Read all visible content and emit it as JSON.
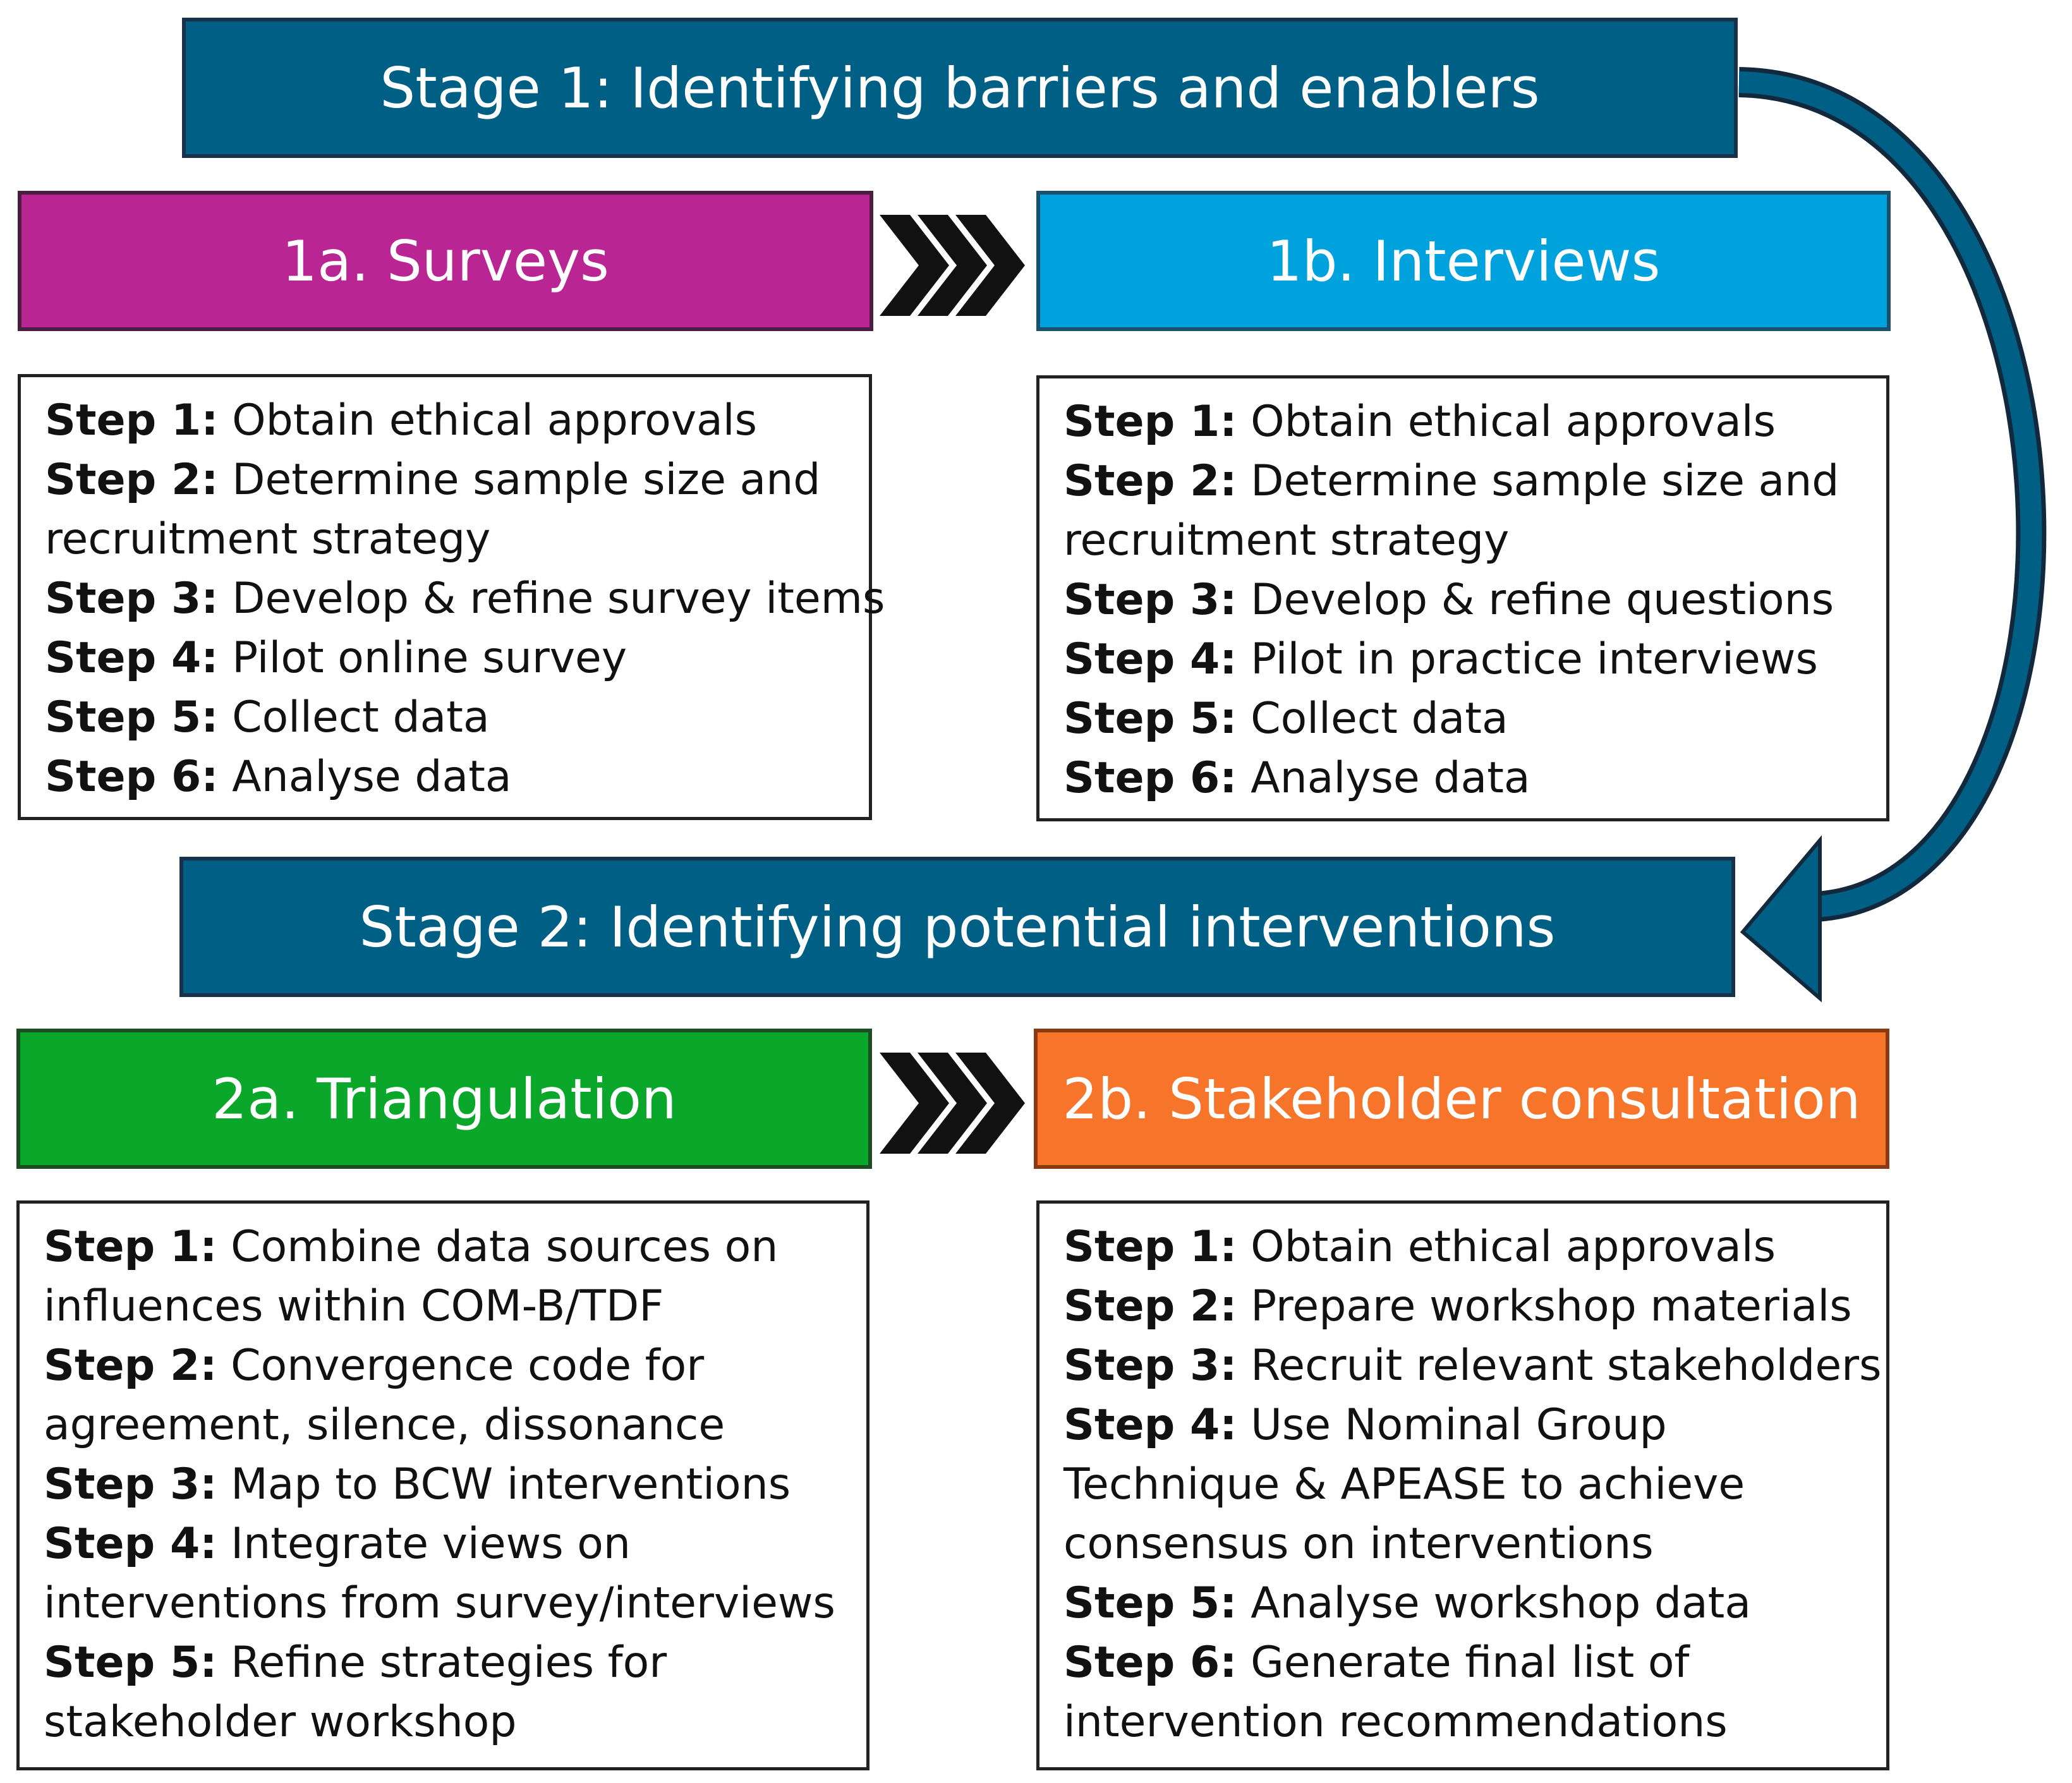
{
  "stage1": {
    "title": "Stage 1: Identifying barriers and enablers"
  },
  "stage2": {
    "title": "Stage 2: Identifying potential interventions"
  },
  "surveys": {
    "title": "1a. Surveys",
    "lines": [
      {
        "step": "Step 1:",
        "text": " Obtain ethical approvals"
      },
      {
        "step": "Step 2:",
        "text": " Determine sample size and"
      },
      {
        "step": "",
        "text": "recruitment strategy"
      },
      {
        "step": "Step 3:",
        "text": " Develop & refine survey items"
      },
      {
        "step": "Step 4:",
        "text": " Pilot online survey"
      },
      {
        "step": "Step 5:",
        "text": " Collect data"
      },
      {
        "step": "Step 6:",
        "text": " Analyse data"
      }
    ]
  },
  "interviews": {
    "title": "1b. Interviews",
    "lines": [
      {
        "step": "Step 1:",
        "text": " Obtain ethical approvals"
      },
      {
        "step": "Step 2:",
        "text": " Determine sample size and"
      },
      {
        "step": "",
        "text": "recruitment strategy"
      },
      {
        "step": "Step 3:",
        "text": " Develop & refine questions"
      },
      {
        "step": "Step 4:",
        "text": " Pilot in practice interviews"
      },
      {
        "step": "Step 5:",
        "text": " Collect data"
      },
      {
        "step": "Step 6:",
        "text": " Analyse data"
      }
    ]
  },
  "triangulation": {
    "title": "2a. Triangulation",
    "lines": [
      {
        "step": "Step 1:",
        "text": " Combine data sources on"
      },
      {
        "step": "",
        "text": "influences within COM-B/TDF"
      },
      {
        "step": "Step 2:",
        "text": " Convergence code for"
      },
      {
        "step": "",
        "text": "agreement, silence, dissonance"
      },
      {
        "step": "Step 3:",
        "text": " Map to BCW interventions"
      },
      {
        "step": "Step 4:",
        "text": " Integrate views on"
      },
      {
        "step": "",
        "text": "interventions from survey/interviews"
      },
      {
        "step": "Step 5:",
        "text": " Refine strategies for"
      },
      {
        "step": "",
        "text": "stakeholder workshop"
      }
    ]
  },
  "stakeholder": {
    "title": "2b. Stakeholder consultation",
    "lines": [
      {
        "step": "Step 1:",
        "text": " Obtain ethical approvals"
      },
      {
        "step": "Step 2:",
        "text": " Prepare workshop materials"
      },
      {
        "step": "Step 3:",
        "text": " Recruit relevant stakeholders"
      },
      {
        "step": "Step 4:",
        "text": " Use Nominal Group"
      },
      {
        "step": "",
        "text": "Technique & APEASE to achieve"
      },
      {
        "step": "",
        "text": "consensus on interventions"
      },
      {
        "step": "Step 5:",
        "text": " Analyse workshop data"
      },
      {
        "step": "Step 6:",
        "text": " Generate final list of"
      },
      {
        "step": "",
        "text": "intervention recommendations"
      }
    ]
  },
  "colors": {
    "stage": "#005f85",
    "surveys": "#b92593",
    "interviews": "#00a2dd",
    "triangulation": "#0aa72b",
    "stakeholder": "#f7742b",
    "arrow": "#005f85"
  },
  "icons": {
    "chevrons": "triple-chevron-right-icon",
    "curve": "curved-arrow-icon"
  }
}
